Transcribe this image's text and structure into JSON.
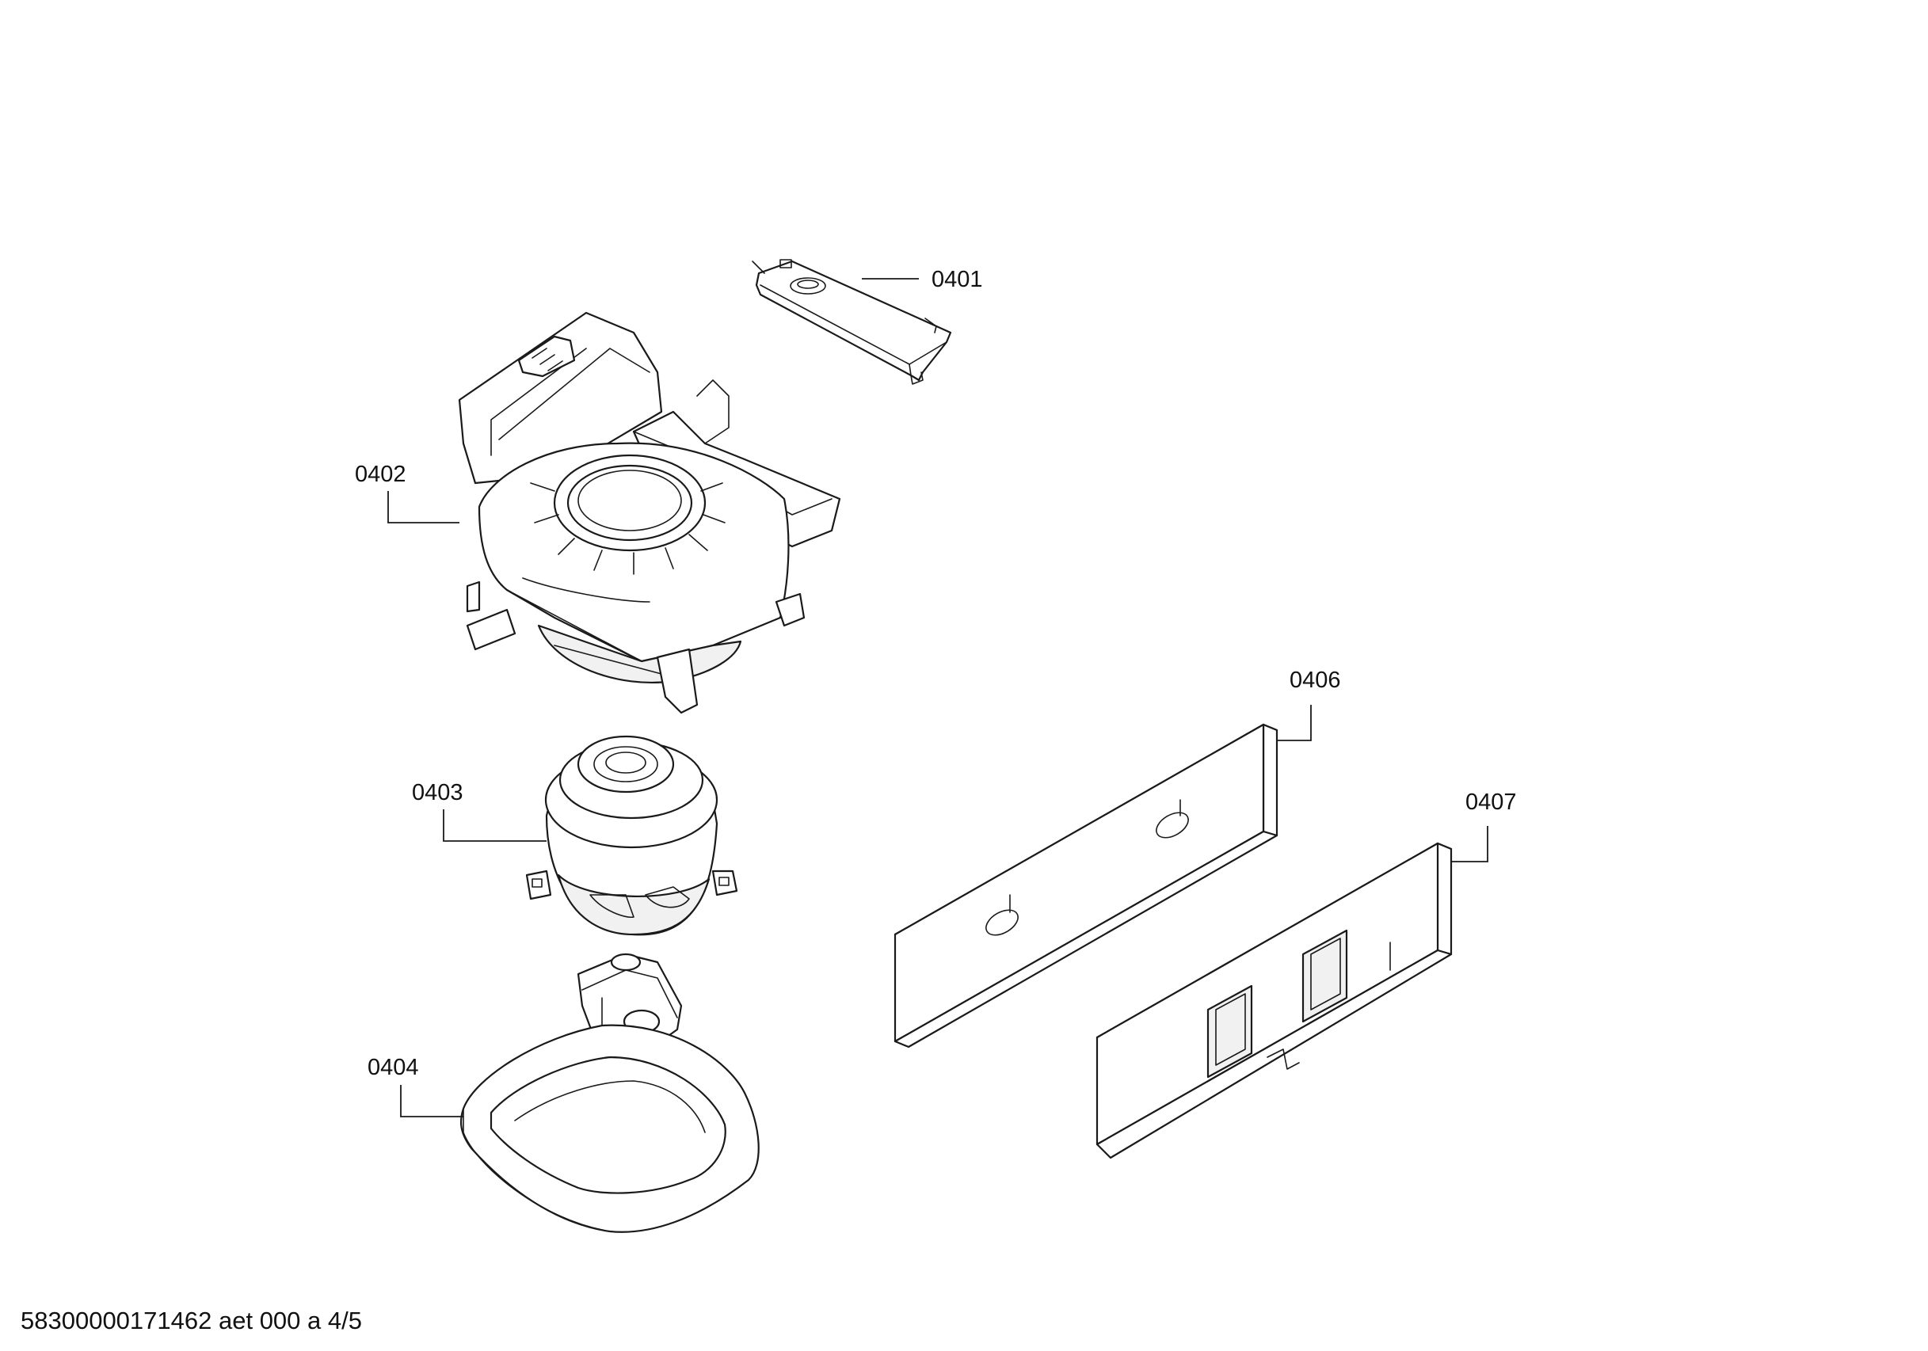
{
  "parts": [
    {
      "id": "0401",
      "label": "0401"
    },
    {
      "id": "0402",
      "label": "0402"
    },
    {
      "id": "0403",
      "label": "0403"
    },
    {
      "id": "0404",
      "label": "0404"
    },
    {
      "id": "0406",
      "label": "0406"
    },
    {
      "id": "0407",
      "label": "0407"
    }
  ],
  "footer": {
    "text": "58300000171462 aet 000 a 4/5"
  }
}
